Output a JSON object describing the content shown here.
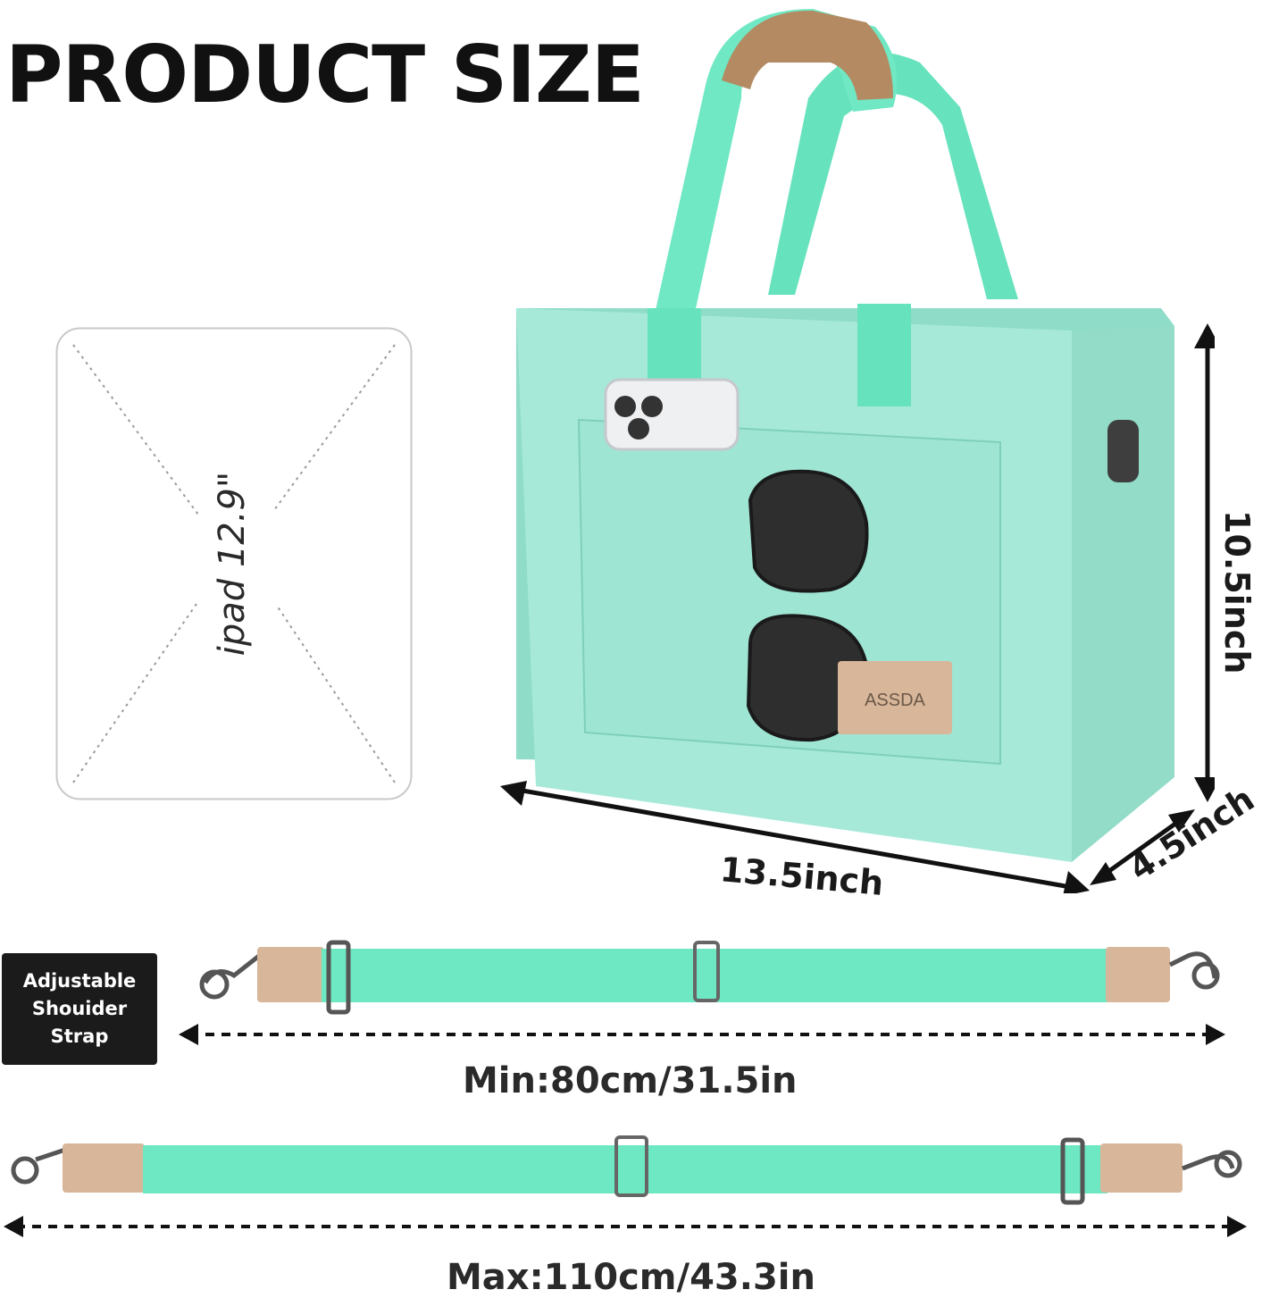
{
  "title": "PRODUCT SIZE",
  "ipad_label": "ipad 12.9\"",
  "dimensions": {
    "height": "10.5inch",
    "width": "13.5inch",
    "depth": "4.5inch"
  },
  "brand_tag": "ASSDA",
  "strap_badge": {
    "line1": "Adjustable",
    "line2": "Shouider",
    "line3": "Strap"
  },
  "strap_min": "Min:80cm/31.5in",
  "strap_max": "Max:110cm/43.3in",
  "colors": {
    "bag_mint": "#9ee6d6",
    "strap_green": "#6ee8c2",
    "leather_tan": "#d8b69a",
    "handle_brown": "#b48a62",
    "text_dark": "#111111"
  }
}
